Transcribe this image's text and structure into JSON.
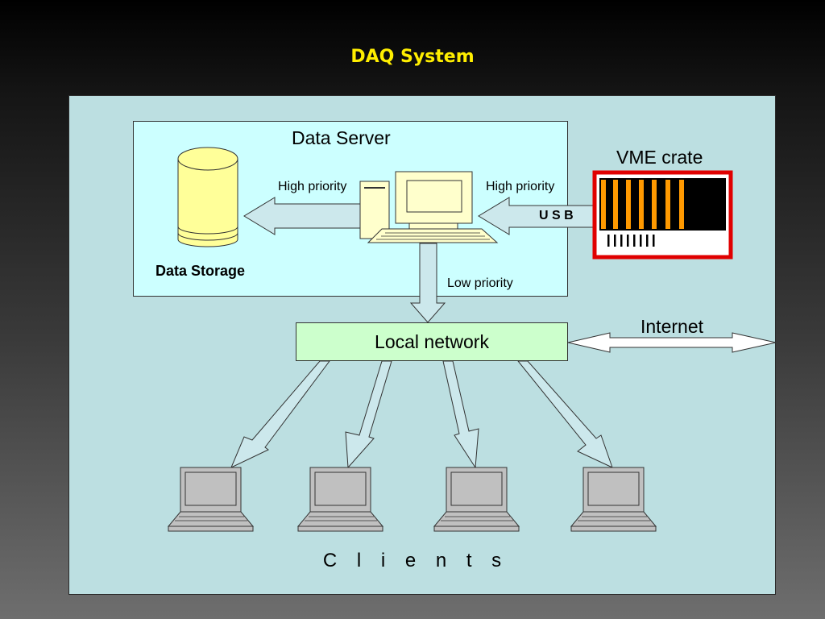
{
  "title": "DAQ System",
  "server": {
    "label": "Data Server"
  },
  "storage": {
    "label": "Data Storage"
  },
  "vme": {
    "label": "VME crate"
  },
  "links": {
    "storage_arrow": "High priority",
    "vme_arrow": "High priority",
    "usb": "U S B",
    "network_arrow": "Low priority"
  },
  "network": {
    "label": "Local network"
  },
  "internet": {
    "label": "Internet"
  },
  "clients": {
    "label": "C l i e n t s"
  },
  "colors": {
    "title": "#ffee00",
    "panel": "#bcdfe1",
    "server_box": "#ccffff",
    "network_box": "#ccffcc",
    "arrow_fill": "#cce8ec",
    "storage_fill": "#ffff99",
    "vme_border": "#e00000",
    "vme_card": "#ff9900",
    "laptop": "#c0c0c0"
  }
}
